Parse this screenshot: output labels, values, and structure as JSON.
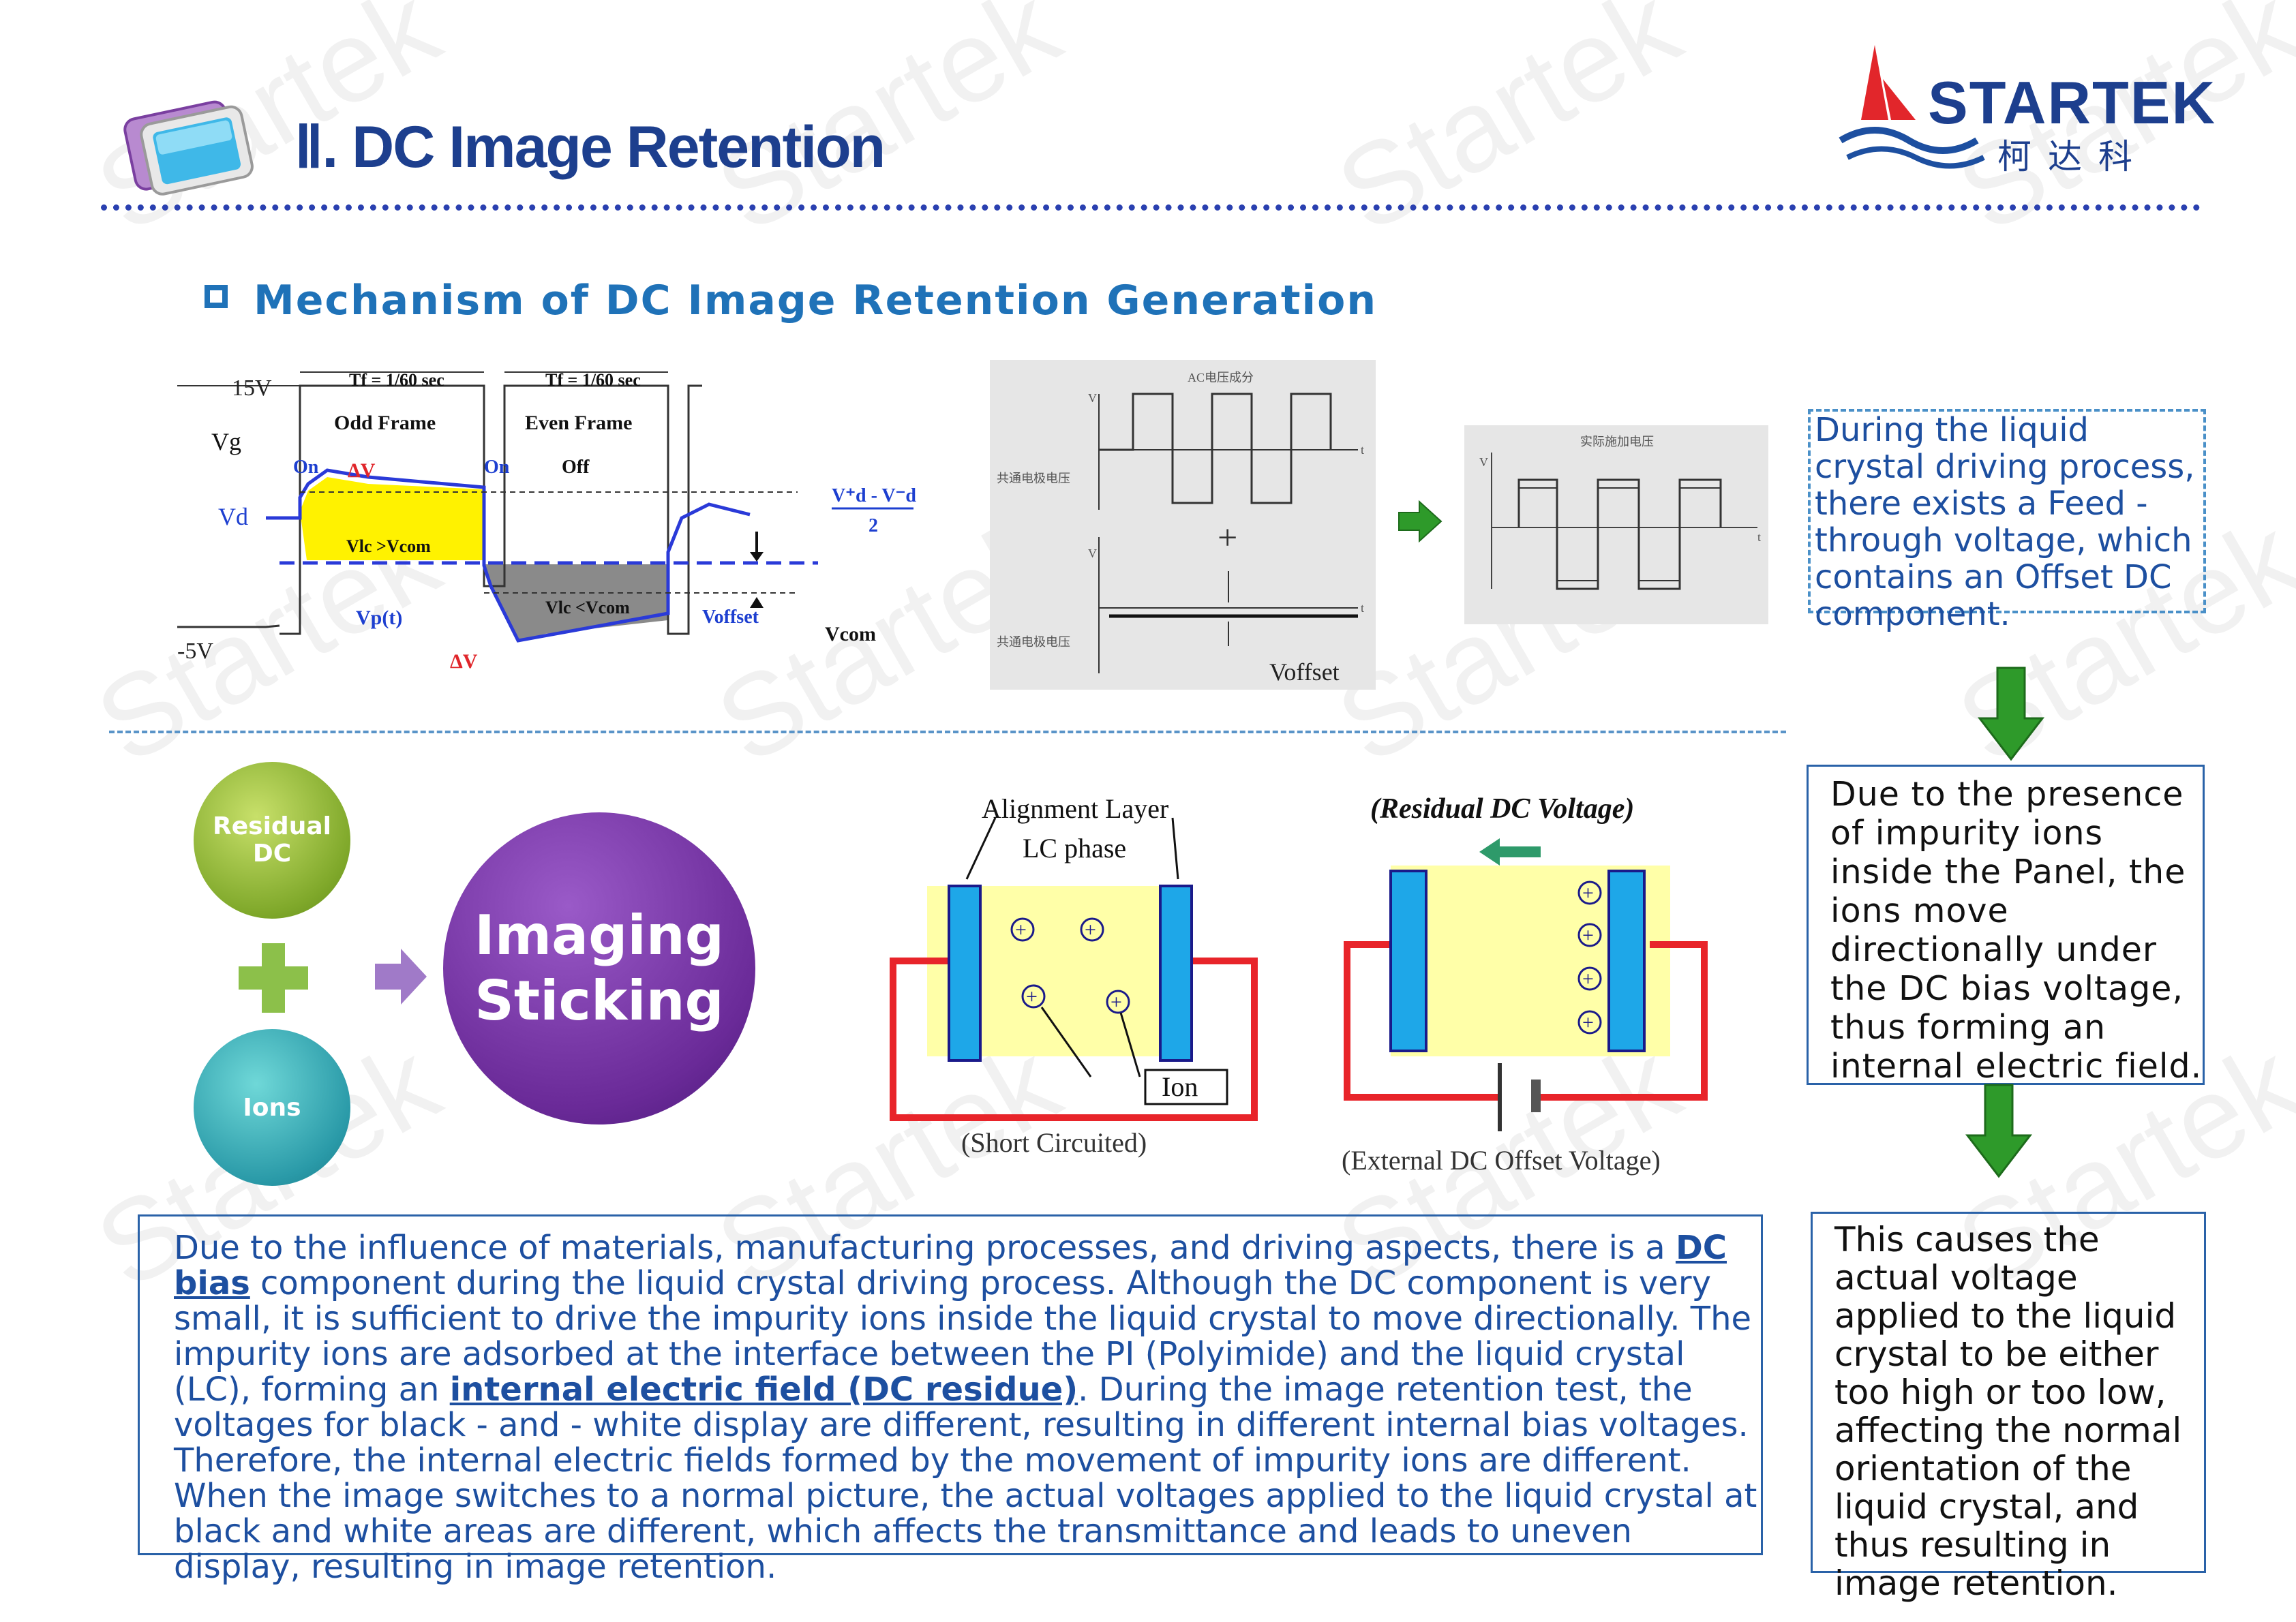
{
  "header": {
    "title": "Ⅱ. DC Image Retention",
    "logo_text": "STARTEK",
    "logo_cn": "柯达科"
  },
  "watermark": "Startek",
  "section": {
    "subtitle": "Mechanism of DC Image Retention Generation"
  },
  "waveform": {
    "v15": "15V",
    "vminus5": "-5V",
    "vg": "Vg",
    "vd": "Vd",
    "tf1": "Tf = 1/60 sec",
    "tf2": "Tf = 1/60 sec",
    "odd": "Odd  Frame",
    "even": "Even Frame",
    "on1": "On",
    "on2": "On",
    "off": "Off",
    "dv1": "ΔV",
    "dv2": "ΔV",
    "vlc_gt": "Vlc >Vcom",
    "vlc_lt": "Vlc <Vcom",
    "vpt": "Vp(t)",
    "voffset": "Voffset",
    "vcom": "Vcom",
    "formula_top": "V⁺d - V⁻d",
    "formula_bottom": "2"
  },
  "scope": {
    "ac_label": "AC电压成分",
    "com_label1": "共通电极电压",
    "com_label2": "共通电极电压",
    "v1": "V",
    "v2": "V",
    "t1": "t",
    "t2": "t",
    "plus": "+",
    "voffset": "Voffset",
    "actual_label": "实际施加电压",
    "v3": "V",
    "t3": "t"
  },
  "notes": {
    "note1": "During the liquid crystal driving process, there exists a Feed - through voltage, which contains an Offset DC component.",
    "note2": "Due to the presence of impurity ions inside the Panel, the ions move directionally under the DC bias voltage, thus forming an internal electric field.",
    "note3": "This causes the actual voltage applied to the liquid crystal to be either too high or too low, affecting the normal orientation of the liquid crystal, and thus resulting in image retention."
  },
  "concept": {
    "residual": "Residual DC",
    "ions": "Ions",
    "result": "Imaging Sticking"
  },
  "cell1": {
    "alignment": "Alignment Layer",
    "lc_phase": "LC phase",
    "ion": "Ion",
    "caption": "(Short Circuited)",
    "ion_sign": "+"
  },
  "cell2": {
    "title": "(Residual DC Voltage)",
    "caption": "(External DC Offset Voltage)",
    "ion_sign": "+"
  },
  "main_text": {
    "p1": "Due to the influence of materials, manufacturing processes, and driving aspects, there is a ",
    "u1": "DC bias",
    "p2": " component during the liquid crystal driving process. Although the DC component is very small, it is sufficient to drive the impurity ions inside the liquid crystal to move directionally. The impurity ions are adsorbed at the interface between the PI (Polyimide) and the liquid crystal (LC), forming an ",
    "u2": "internal electric field (DC residue)",
    "p3": ". During the image retention test, the voltages for black - and - white display are different, resulting in different internal bias voltages. Therefore, the internal electric fields formed by the movement of impurity ions are different. When the image switches to a normal picture, the actual voltages applied to the liquid crystal at black and white areas are different, which affects the transmittance and leads to uneven display, resulting in image retention."
  },
  "colors": {
    "title": "#1d3f8e",
    "subtitle": "#1f72b8",
    "text": "#1d4fa0",
    "arrow_green": "#2e9a2a",
    "purple": "#7a3fa0",
    "yellow": "#fbf28a",
    "cell_fill": "#ffffa8",
    "electrode": "#1ea7e8",
    "wire": "#e8242a"
  }
}
